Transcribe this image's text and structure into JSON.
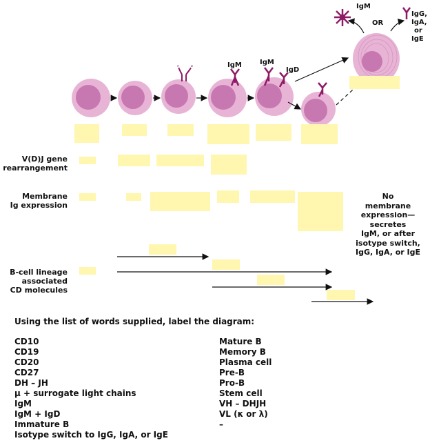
{
  "top_labels": {
    "igm_mature_1": "IgM",
    "igm_mature_2": "IgM",
    "igd": "IgD",
    "igm_pentamer": "IgM",
    "or": "OR",
    "switched": [
      "IgG,",
      "IgA,",
      "or",
      "IgE"
    ]
  },
  "row_labels": {
    "vdj": [
      "V(D)J gene",
      "rearrangement"
    ],
    "membrane": [
      "Membrane",
      "Ig expression"
    ],
    "cd": [
      "B-cell lineage",
      "associated",
      "CD molecules"
    ]
  },
  "no_membrane_note": [
    "No",
    "membrane",
    "expression—",
    "secretes",
    "IgM, or after",
    "isotype switch,",
    "IgG, IgA, or IgE"
  ],
  "instruction": "Using the list of words supplied, label the diagram:",
  "word_list_left": [
    "CD10",
    "CD19",
    "CD20",
    "CD27",
    "DH – JH",
    "μ + surrogate light chains",
    "IgM",
    "IgM + IgD",
    "Immature B",
    "Isotype switch to IgG, IgA, or IgE"
  ],
  "word_list_right": [
    "Mature B",
    "Memory B",
    "Plasma cell",
    "Pre-B",
    "Pro-B",
    "Stem cell",
    "VH – DHJH",
    "VL (κ or λ)",
    "–"
  ],
  "colors": {
    "cell_outer": "#e8b4d6",
    "cell_nucleus": "#c778b0",
    "antibody": "#8e1a66",
    "blank_box": "#fff6b0"
  }
}
